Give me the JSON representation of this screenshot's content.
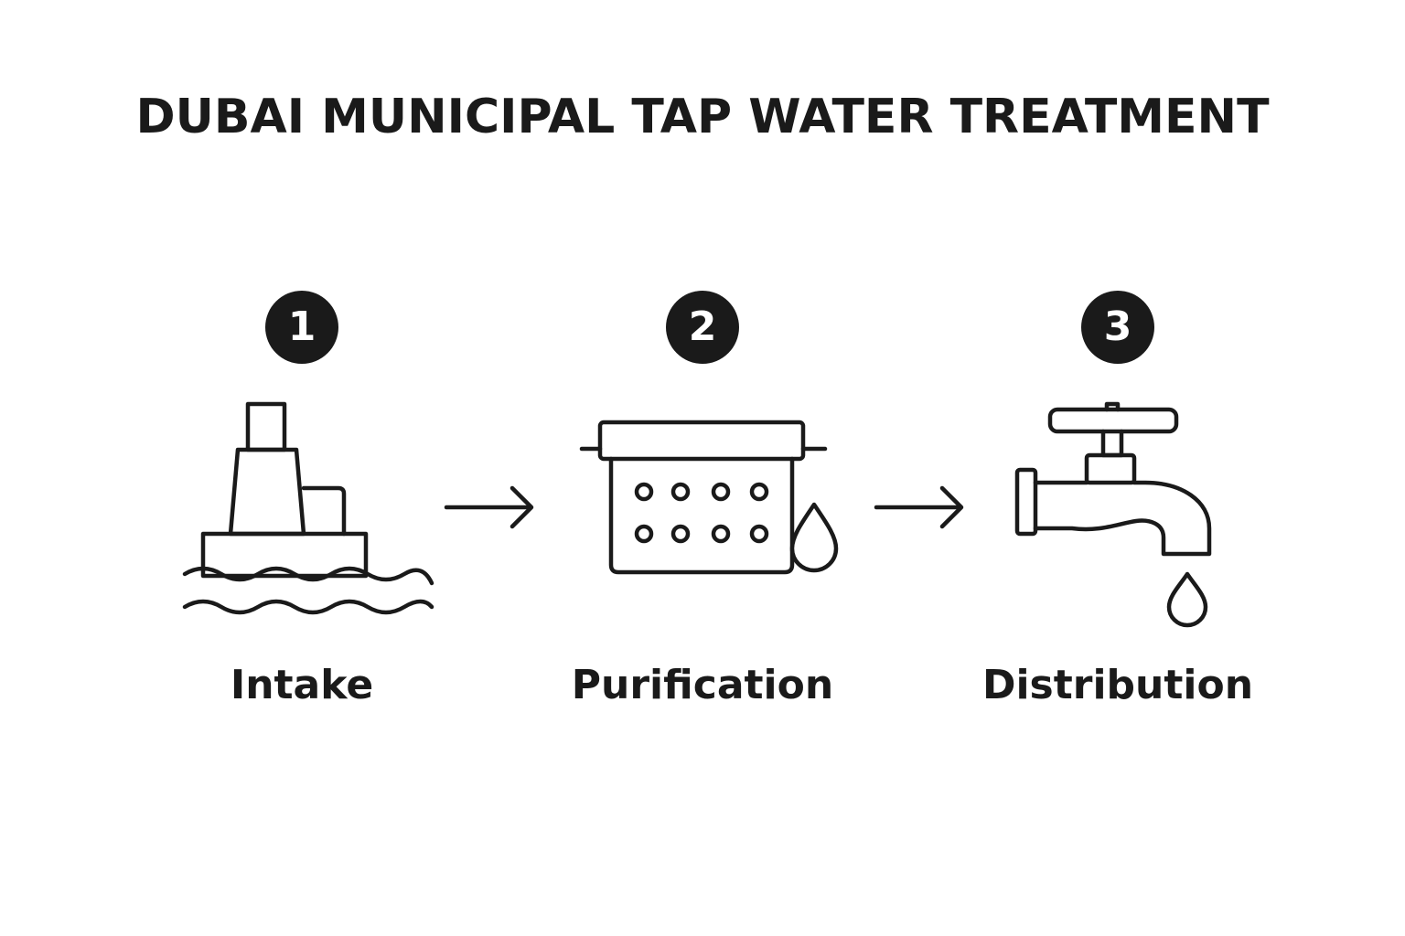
{
  "title": "DUBAI MUNICIPAL TAP WATER TREATMENT",
  "steps": [
    {
      "number": "1",
      "label": "Intake",
      "icon": "offshore-intake-platform-icon"
    },
    {
      "number": "2",
      "label": "Purification",
      "icon": "filtration-unit-icon"
    },
    {
      "number": "3",
      "label": "Distribution",
      "icon": "water-tap-icon"
    }
  ],
  "colors": {
    "ink": "#1a1a1a",
    "background": "#ffffff"
  }
}
